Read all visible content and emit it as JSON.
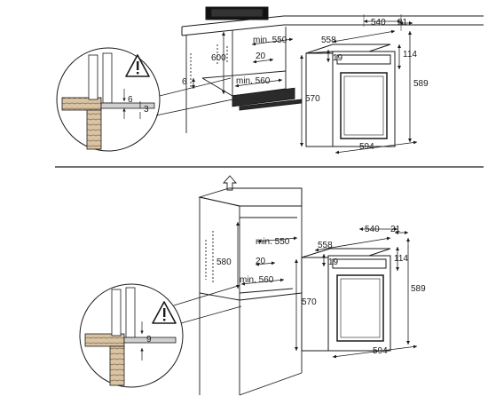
{
  "top_diagram": {
    "cabinet_depth_min": "min. 550",
    "cabinet_height": "600",
    "gap_20": "20",
    "side_6": "6",
    "width_min": "min. 560",
    "oven_depth_total": "540",
    "door_thickness": "21",
    "oven_body_depth": "558",
    "panel_19": "19",
    "panel_114": "114",
    "oven_height_front": "570",
    "oven_height_total": "589",
    "oven_width": "594",
    "detail_gap_top": "6",
    "detail_gap_bottom": "3"
  },
  "bottom_diagram": {
    "niche_height": "580",
    "cabinet_depth_min": "min. 550",
    "gap_20": "20",
    "width_min": "min. 560",
    "oven_depth_total": "540",
    "door_thickness": "21",
    "oven_body_depth": "558",
    "panel_19": "19",
    "panel_114": "114",
    "oven_height_front": "570",
    "oven_height_total": "589",
    "oven_width": "594",
    "detail_gap": "9"
  },
  "icons": [
    "warning-icon",
    "arrow-up-icon"
  ],
  "colors": {
    "line": "#1a1a1a",
    "panel": "#2b2b2b",
    "wood": "#8a6a4a"
  }
}
